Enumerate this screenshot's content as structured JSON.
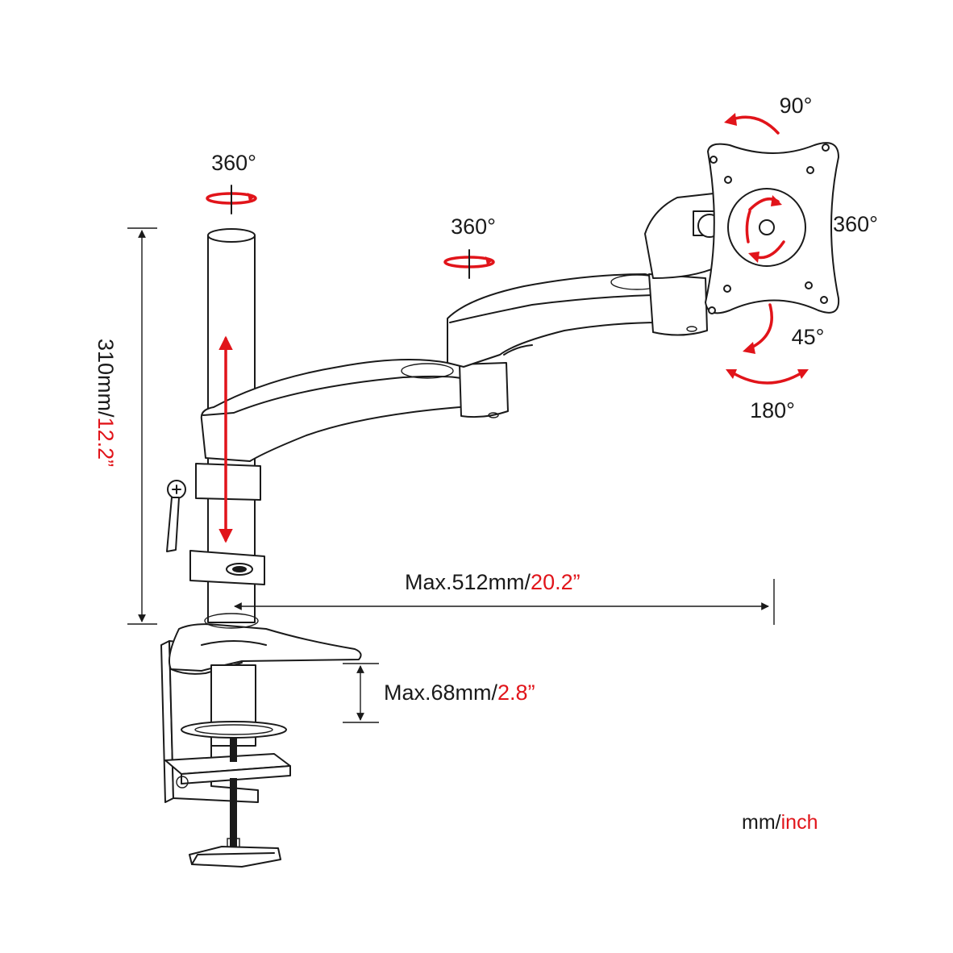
{
  "labels": {
    "pole_rotation": "360°",
    "arm_rotation": "360°",
    "tilt_up": "90°",
    "plate_rotation": "360°",
    "tilt_down": "45°",
    "swivel": "180°"
  },
  "dimensions": {
    "height_metric": "310mm/",
    "height_imperial": "12.2”",
    "reach_metric": "Max.512mm/",
    "reach_imperial": "20.2”",
    "clamp_metric": "Max.68mm/",
    "clamp_imperial": "2.8”"
  },
  "units_legend": {
    "metric": "mm/",
    "imperial": "inch"
  },
  "colors": {
    "accent": "#e1141a",
    "ink": "#1a1a1a"
  }
}
